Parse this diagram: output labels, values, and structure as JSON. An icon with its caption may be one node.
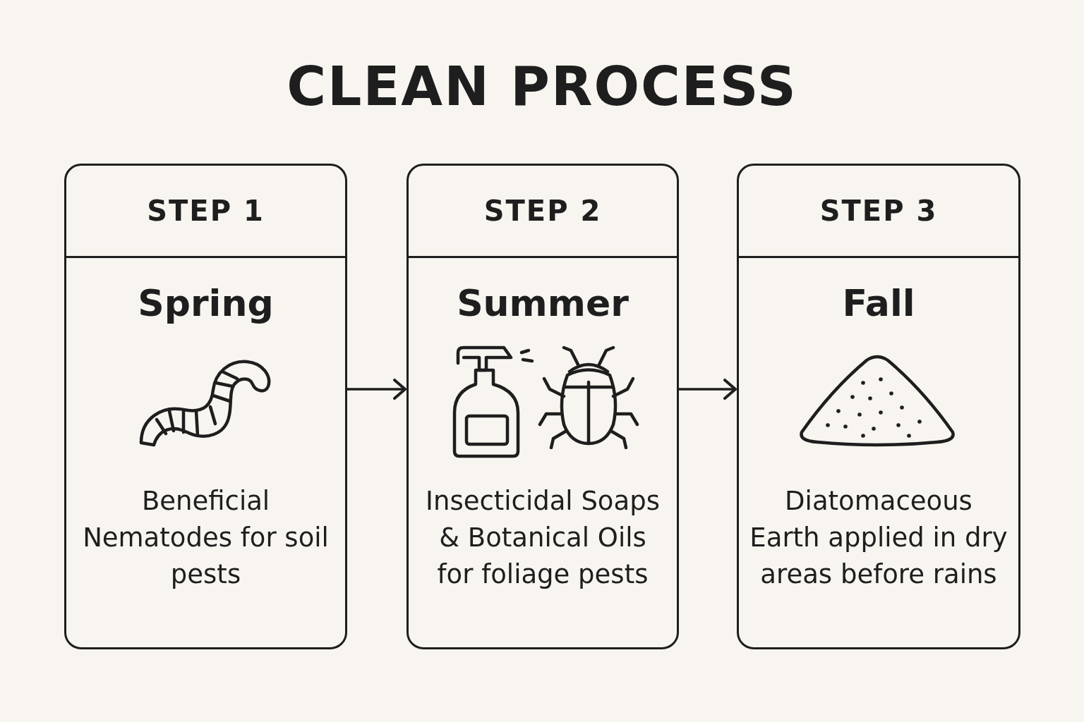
{
  "diagram": {
    "title": "CLEAN PROCESS",
    "nodes": [
      {
        "text": [
          "STEP 1",
          "Spring",
          "Beneficial Nematodes for soil pests"
        ]
      },
      {
        "text": [
          "STEP 2",
          "Summer",
          "Insecticidal Soaps & Botanical Oils for foliage pests"
        ]
      },
      {
        "text": [
          "STEP 3",
          "Fall",
          "Diatomaceous Earth applied in dry areas before rains"
        ]
      }
    ],
    "edges": [
      {
        "from": 0,
        "to": 1,
        "arrow": "to"
      },
      {
        "from": 1,
        "to": 2,
        "arrow": "to"
      }
    ]
  }
}
